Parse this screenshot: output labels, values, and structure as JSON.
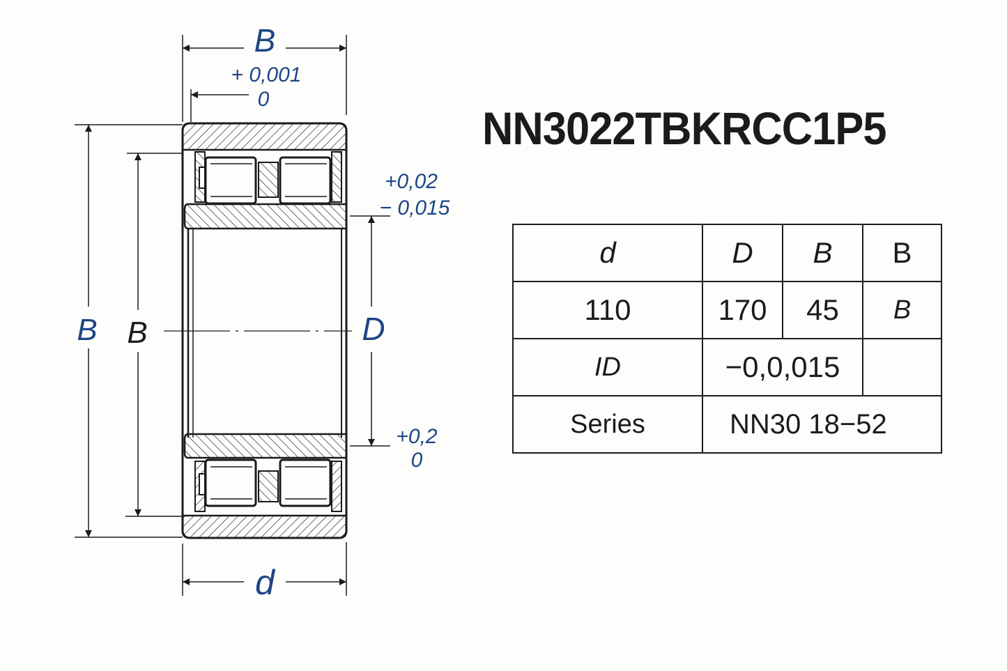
{
  "part_number": "NN3022TBKRCC1P5",
  "drawing": {
    "top_dimension": {
      "label": "B",
      "tolerance_upper": "+ 0,001",
      "tolerance_lower": "0"
    },
    "left_outer_dimension": {
      "label": "B"
    },
    "left_inner_dimension": {
      "label": "B"
    },
    "right_dimension": {
      "label": "D",
      "tolerance_top_upper": "+0,02",
      "tolerance_top_lower": "− 0,015",
      "tolerance_bottom_upper": "+0,2",
      "tolerance_bottom_lower": "0"
    },
    "bottom_dimension": {
      "label": "d"
    },
    "colors": {
      "dimension_text": "#1d4585",
      "lines": "#1b1b1b"
    }
  },
  "table": {
    "header": [
      "d",
      "D",
      "B",
      "B"
    ],
    "dimensions_row": [
      "110",
      "170",
      "45",
      "B"
    ],
    "tolerance_row": {
      "label": "ID",
      "value": "−0,0,015",
      "extra": ""
    },
    "series_row": {
      "label": "Series",
      "value": "NN30 18−52"
    }
  }
}
